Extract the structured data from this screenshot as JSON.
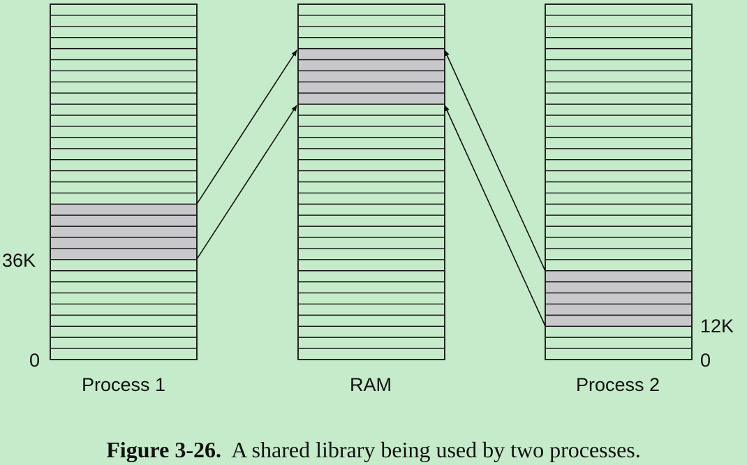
{
  "diagram": {
    "total_slots": 32,
    "shared_pages": 5,
    "columns": [
      {
        "id": "process1",
        "label": "Process 1",
        "shared_start_slot": 9
      },
      {
        "id": "ram",
        "label": "RAM",
        "shared_start_slot": 23
      },
      {
        "id": "process2",
        "label": "Process 2",
        "shared_start_slot": 3
      }
    ],
    "address_labels": {
      "p1_zero": "0",
      "p1_36k": "36K",
      "p2_zero": "0",
      "p2_12k": "12K"
    }
  },
  "caption": {
    "figure_label": "Figure 3-26.",
    "text": "A shared library being used by two processes."
  },
  "colors": {
    "background": "#c6ebca",
    "shared": "#c8c8cb",
    "line": "#111111"
  }
}
